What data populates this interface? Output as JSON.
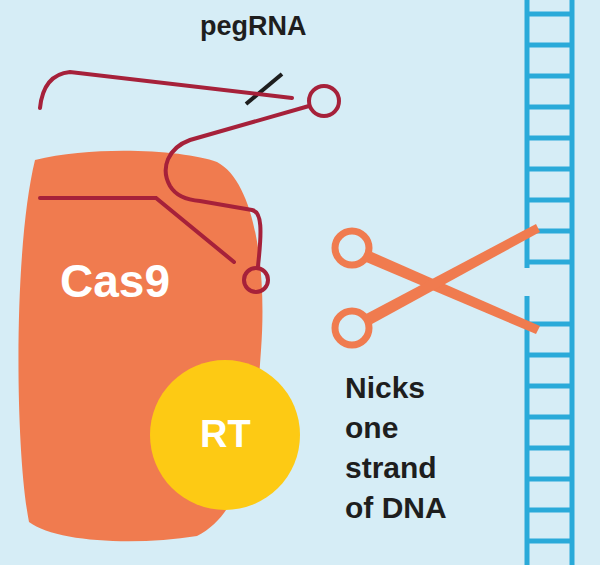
{
  "diagram": {
    "nodes": [
      {
        "text": [
          "Cas9"
        ]
      },
      {
        "text": [
          "RT"
        ]
      }
    ],
    "labels": [
      "pegRNA",
      "Nicks one strand of DNA"
    ]
  }
}
